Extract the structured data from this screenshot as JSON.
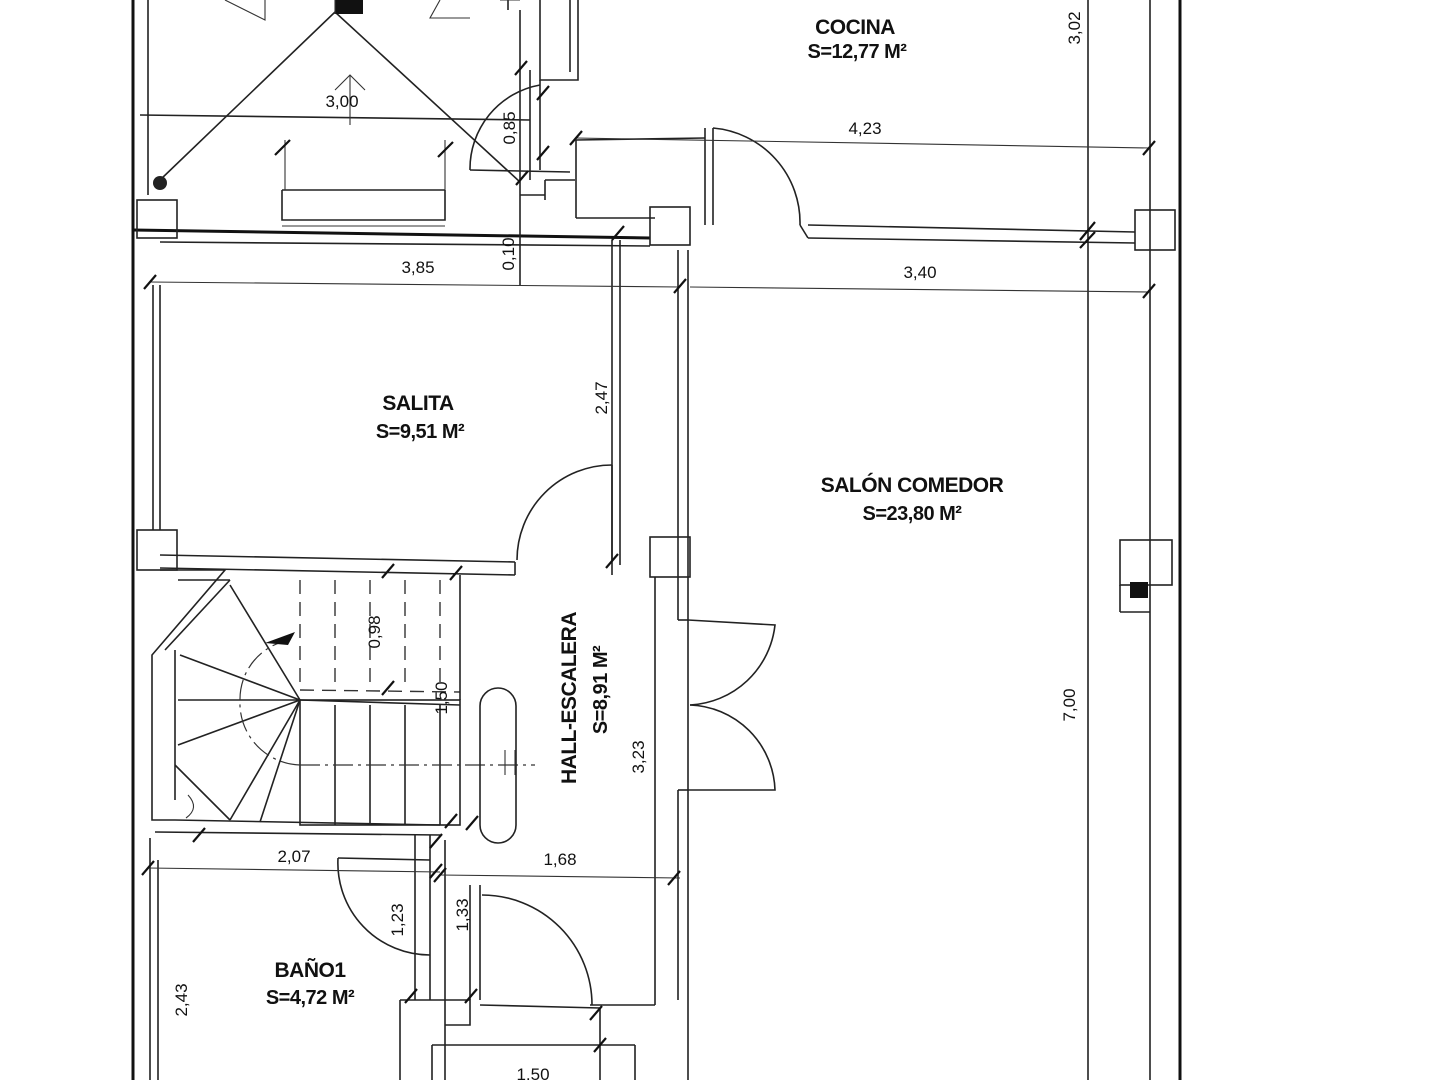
{
  "rooms": {
    "cocina": {
      "name": "COCINA",
      "area": "S=12,77 M²"
    },
    "salita": {
      "name": "SALITA",
      "area": "S=9,51 M²"
    },
    "salon": {
      "name": "SALÓN COMEDOR",
      "area": "S=23,80 M²"
    },
    "hall": {
      "name": "HALL-ESCALERA",
      "area": "S=8,91 M²"
    },
    "bano": {
      "name": "BAÑO1",
      "area": "S=4,72 M²"
    }
  },
  "dimensions": {
    "d300": "3,00",
    "d085": "0,85",
    "d423": "4,23",
    "d302": "3,02",
    "d010": "0,10",
    "d385": "3,85",
    "d340": "3,40",
    "d247": "2,47",
    "d098": "0,98",
    "d150v": "1,50",
    "d323": "3,23",
    "d700": "7,00",
    "d207": "2,07",
    "d168": "1,68",
    "d123": "1,23",
    "d133": "1,33",
    "d243": "2,43",
    "d150h": "1,50"
  }
}
